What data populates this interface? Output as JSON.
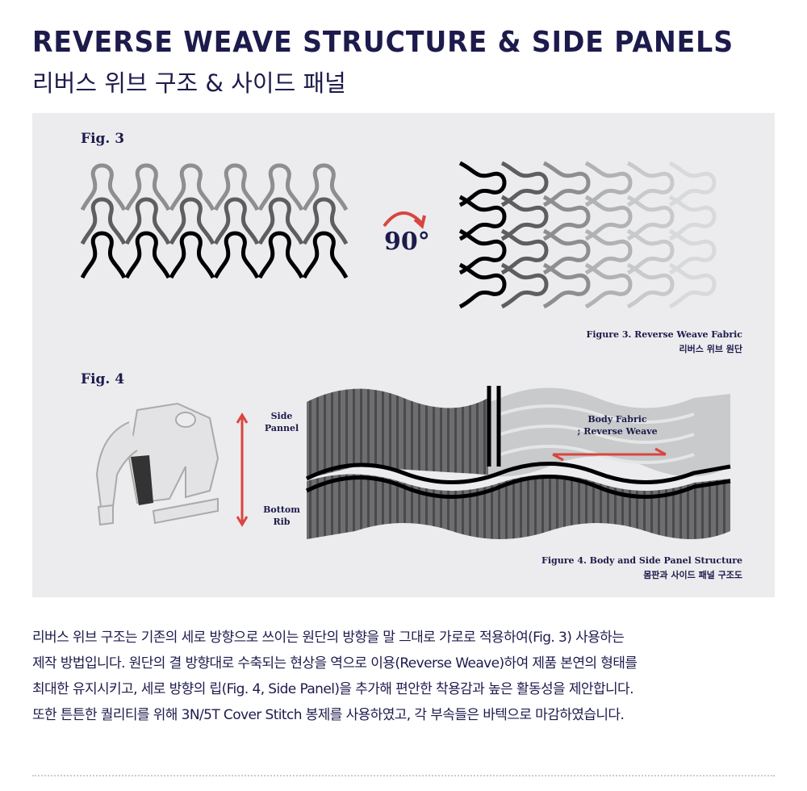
{
  "header": {
    "title": "REVERSE WEAVE STRUCTURE & SIDE PANELS",
    "subtitle": "리버스 위브 구조 & 사이드 패널"
  },
  "fig3": {
    "label": "Fig. 3",
    "rotation": "90°",
    "caption_en": "Figure 3. Reverse Weave Fabric",
    "caption_ko": "리버스 위브 원단"
  },
  "fig4": {
    "label": "Fig. 4",
    "side_label": "Side Pannel",
    "bottom_label": "Bottom Rib",
    "body_label_1": "Body Fabric",
    "body_label_2": "; Reverse Weave",
    "caption_en": "Figure 4. Body and Side Panel Structure",
    "caption_ko": "몸판과 사이드 패널 구조도"
  },
  "description": [
    "리버스 위브 구조는 기존의 세로 방향으로 쓰이는 원단의 방향을 말 그대로 가로로 적용하여(Fig. 3) 사용하는",
    "제작 방법입니다. 원단의 결 방향대로 수축되는 현상을 역으로 이용(Reverse Weave)하여 제품 본연의 형태를",
    "최대한 유지시키고, 세로 방향의 립(Fig. 4, Side Panel)을 추가해 편안한 착용감과 높은 활동성을 제안합니다.",
    "또한 튼튼한 퀄리티를 위해 3N/5T Cover Stitch 봉제를 사용하였고, 각 부속들은 바텍으로 마감하였습니다."
  ],
  "colors": {
    "navy": "#1d1b4c",
    "accent_red": "#d9453f",
    "panel": "#ececee"
  }
}
